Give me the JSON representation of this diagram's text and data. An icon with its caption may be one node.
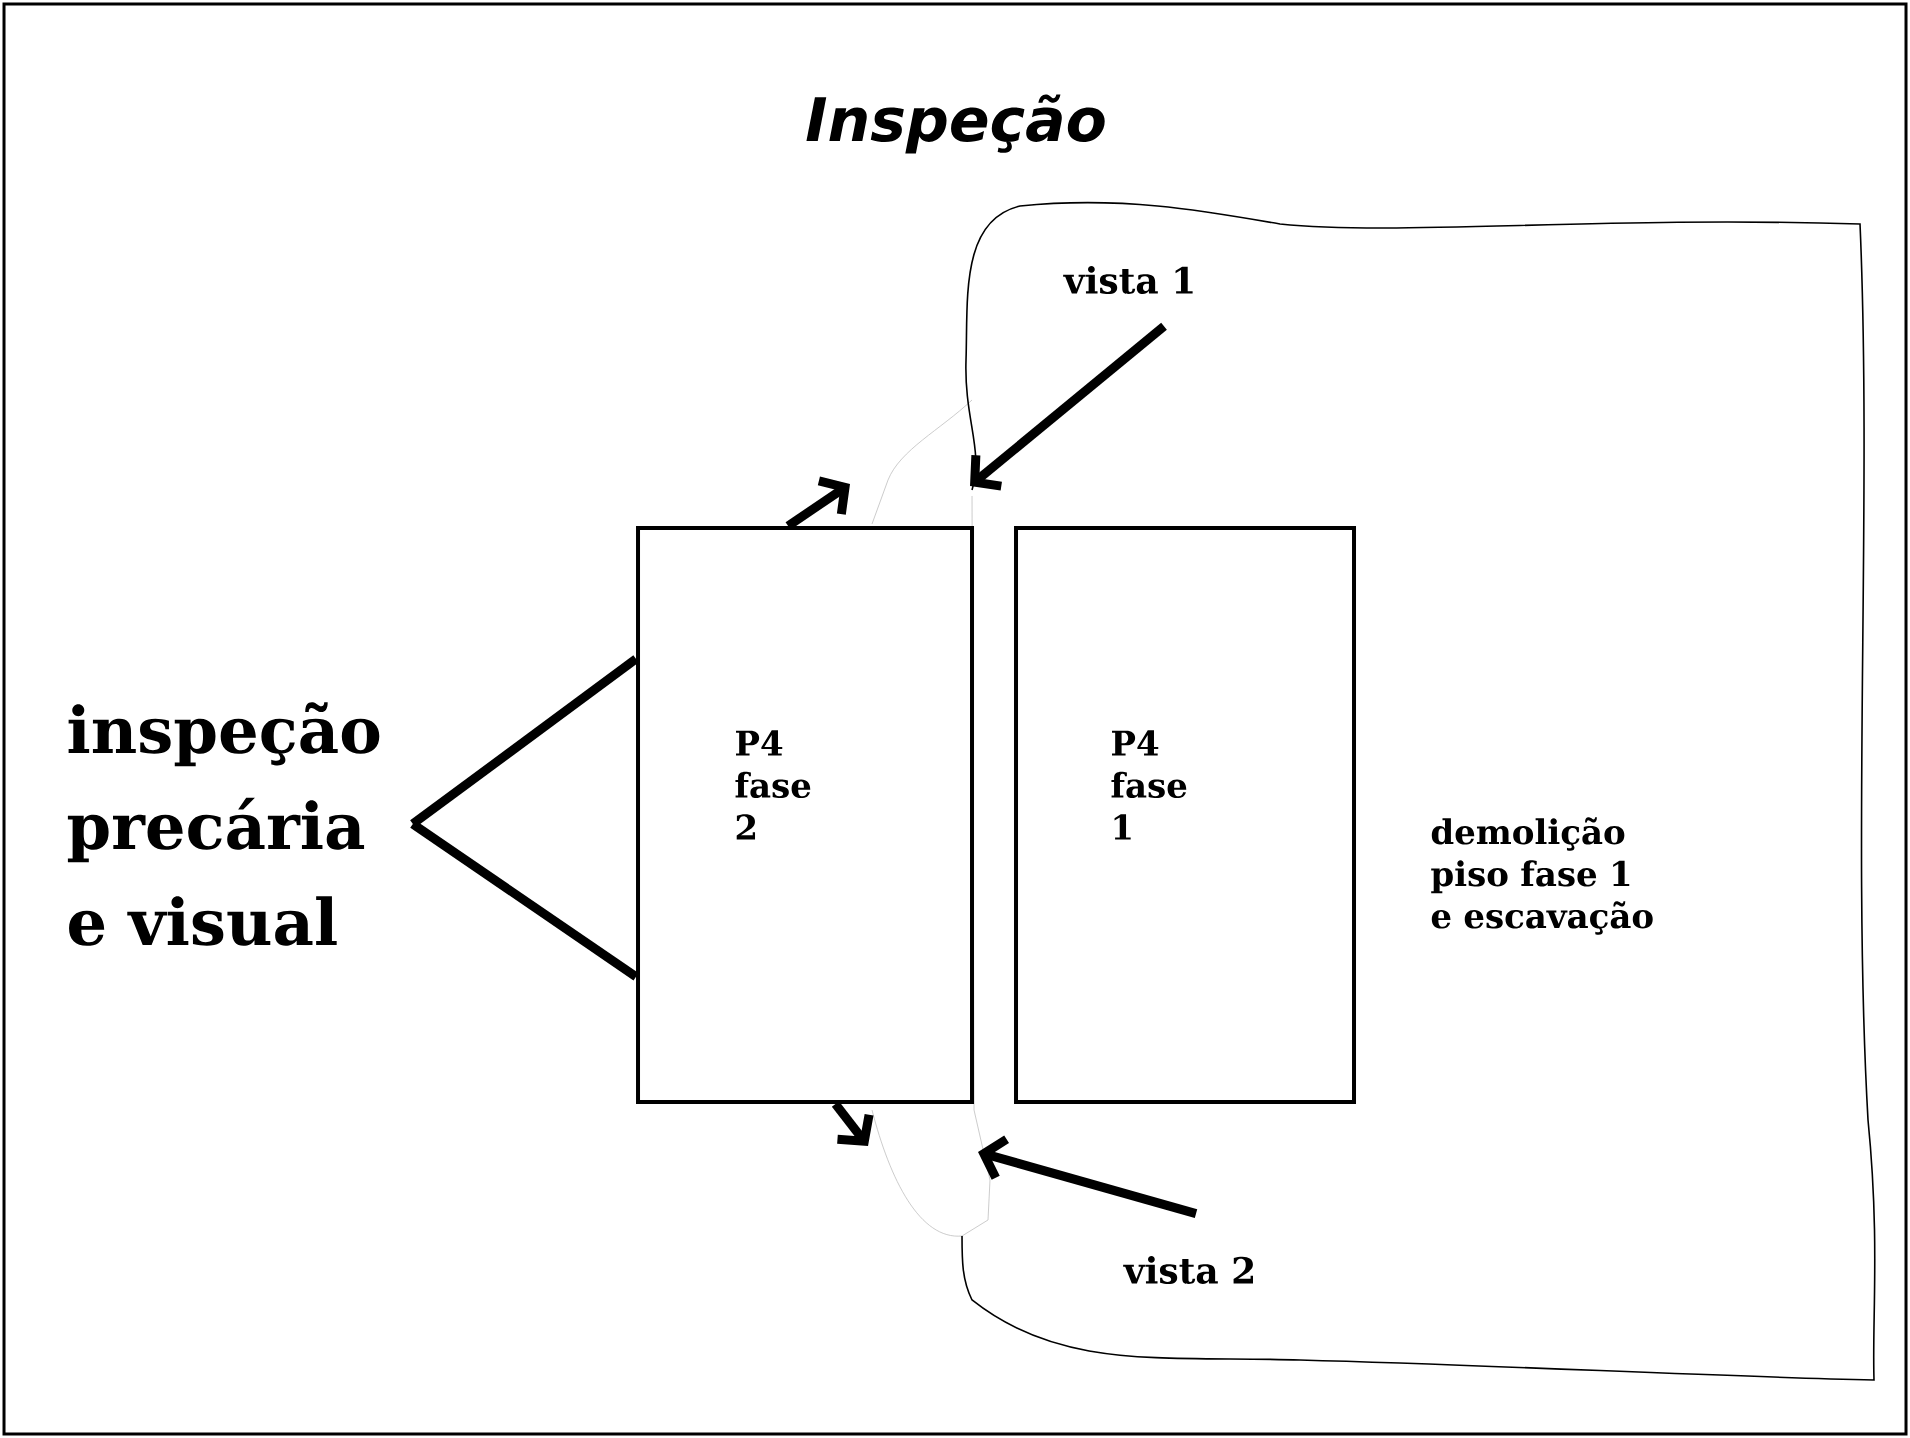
{
  "diagram": {
    "title": "Inspeção",
    "nodes": [
      {
        "text": [
          "inspeção precária e visual"
        ]
      },
      {
        "text": [
          "P4 fase 2"
        ]
      },
      {
        "text": [
          "P4 fase 1"
        ],
        "in": 3
      },
      {
        "text": [
          "demolição piso fase 1 e escavação"
        ]
      },
      {
        "text": [
          "vista 1"
        ],
        "in": 3
      },
      {
        "text": [
          "vista 2"
        ],
        "in": 3
      }
    ],
    "edges": [
      {
        "from": 0,
        "to": 1,
        "arrow": "none"
      },
      {
        "from": 0,
        "to": 1,
        "arrow": "none"
      },
      {
        "from": 4,
        "to": 3,
        "arrow": "to"
      },
      {
        "from": 5,
        "to": 3,
        "arrow": "to"
      },
      {
        "from": 1,
        "to": null,
        "arrow": "to"
      },
      {
        "from": 1,
        "to": null,
        "arrow": "to"
      }
    ]
  }
}
